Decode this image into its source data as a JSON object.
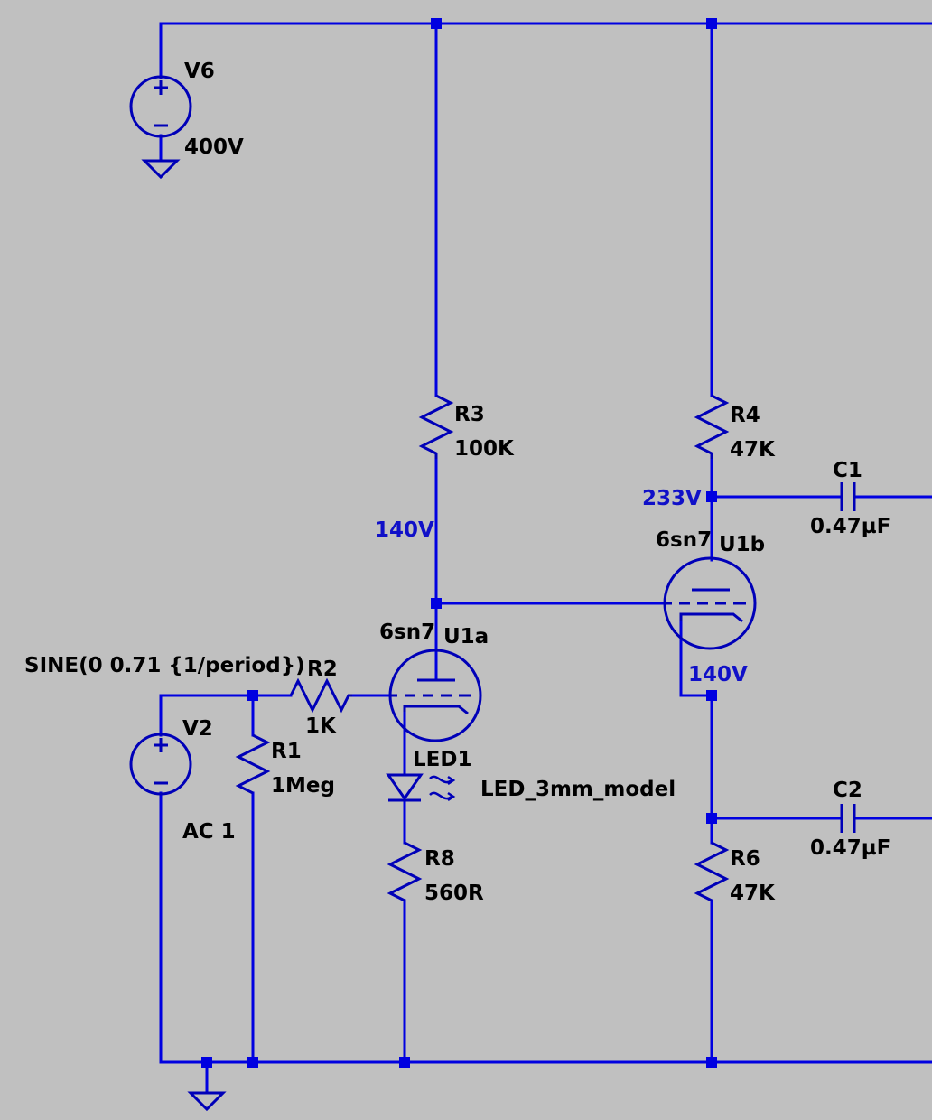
{
  "colors": {
    "background": "#c0c0c0",
    "wire": "#0000e0",
    "symbol": "#0000b8",
    "label_text": "#000000",
    "node_voltage_text": "#1010c8"
  },
  "components": {
    "v6": {
      "name": "V6",
      "value": "400V"
    },
    "v2": {
      "name": "V2",
      "value": "AC 1",
      "function": "SINE(0 0.71 {1/period})"
    },
    "r1": {
      "name": "R1",
      "value": "1Meg"
    },
    "r2": {
      "name": "R2",
      "value": "1K"
    },
    "r3": {
      "name": "R3",
      "value": "100K"
    },
    "r4": {
      "name": "R4",
      "value": "47K"
    },
    "r6": {
      "name": "R6",
      "value": "47K"
    },
    "r8": {
      "name": "R8",
      "value": "560R"
    },
    "c1": {
      "name": "C1",
      "value": "0.47µF"
    },
    "c2": {
      "name": "C2",
      "value": "0.47µF"
    },
    "u1a": {
      "name": "U1a",
      "model": "6sn7"
    },
    "u1b": {
      "name": "U1b",
      "model": "6sn7"
    },
    "led1": {
      "name": "LED1",
      "model": "LED_3mm_model"
    }
  },
  "node_voltages": {
    "u1a_plate": "140V",
    "u1b_plate": "233V",
    "u1b_cathode": "140V"
  }
}
